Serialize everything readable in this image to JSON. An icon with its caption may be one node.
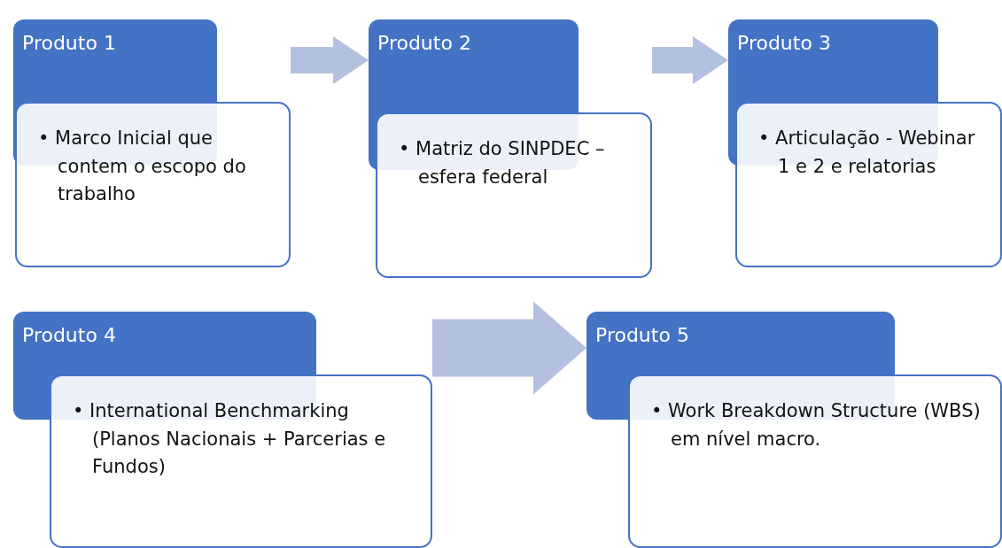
{
  "diagram": {
    "nodes": [
      {
        "text": [
          "Produto 1",
          "• Marco Inicial que contem o escopo do trabalho"
        ]
      },
      {
        "text": [
          "Produto 2",
          "• Matriz do SINPDEC – esfera federal"
        ]
      },
      {
        "text": [
          "Produto 3",
          "• Articulação - Webinar 1 e 2 e relatorias"
        ]
      },
      {
        "text": [
          "Produto 4",
          "• International Benchmarking (Planos Nacionais + Parcerias e Fundos)"
        ]
      },
      {
        "text": [
          "Produto 5",
          "• Work Breakdown Structure (WBS) em nível macro."
        ]
      }
    ],
    "edges": [
      {
        "from": 0,
        "to": 1,
        "arrow": "to",
        "style": "thick"
      },
      {
        "from": 1,
        "to": 2,
        "arrow": "to",
        "style": "thick"
      },
      {
        "from": 3,
        "to": 4,
        "arrow": "to",
        "style": "thick"
      }
    ]
  }
}
